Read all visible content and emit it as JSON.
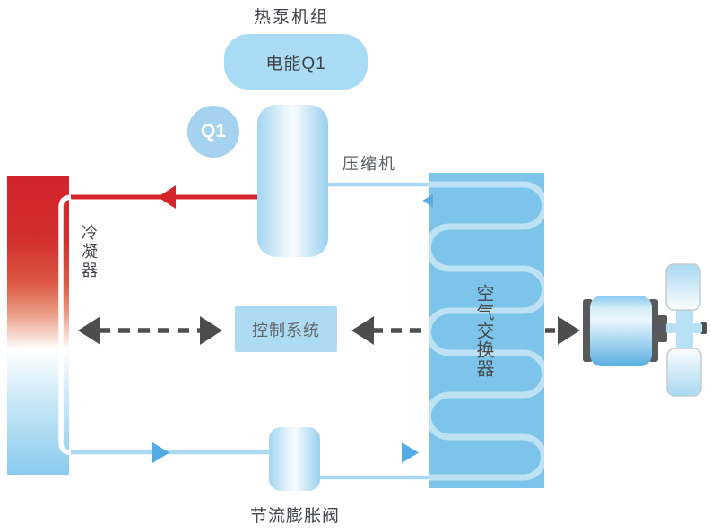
{
  "title": "热泵机组",
  "nodes": {
    "electric_energy": {
      "label": "电能Q1"
    },
    "q1_badge": {
      "label": "Q1"
    },
    "compressor": {
      "label": "压缩机"
    },
    "condenser": {
      "label": "冷凝器"
    },
    "control_system": {
      "label": "控制系统"
    },
    "air_exchanger": {
      "label": "空气交换器"
    },
    "expansion_valve": {
      "label": "节流膨胀阀"
    }
  },
  "connections": [
    {
      "from": "压缩机",
      "to": "冷凝器",
      "style": "solid",
      "color": "#d5242b",
      "arrow": "toward-condenser"
    },
    {
      "from": "冷凝器",
      "to": "节流膨胀阀",
      "style": "solid",
      "color": "#a9d9f3",
      "arrow": "toward-valve"
    },
    {
      "from": "节流膨胀阀",
      "to": "空气交换器",
      "style": "solid",
      "color": "#a9d9f3",
      "arrow": "toward-exchanger"
    },
    {
      "from": "空气交换器",
      "to": "压缩机",
      "style": "solid",
      "color": "#a9d9f3",
      "arrow": "toward-compressor"
    },
    {
      "from": "冷凝器",
      "to": "控制系统",
      "style": "dashed",
      "color": "#4d4d4d",
      "arrow": "both"
    },
    {
      "from": "空气交换器",
      "to": "控制系统",
      "style": "dashed",
      "color": "#4d4d4d",
      "arrow": "toward-control"
    },
    {
      "from": "空气交换器",
      "to": "fan",
      "style": "dashed",
      "color": "#4d4d4d",
      "arrow": "toward-fan"
    }
  ],
  "colors": {
    "hot_red": "#d2232b",
    "cold_blue": "#89cbee",
    "node_fill": "#aadcf6",
    "control_fill": "#addbf3",
    "exchanger_fill": "#7cc4e9",
    "flow_line_blue": "#a9d9f3",
    "flow_arrow_blue": "#54aae3",
    "dashed_gray": "#4d4d4d",
    "metal_gray": "#58595b",
    "text_dark": "#3f4347"
  }
}
